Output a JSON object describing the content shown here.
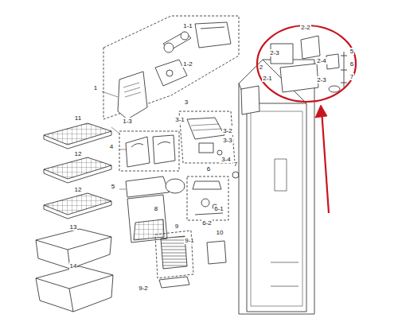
{
  "diagram": {
    "labels": [
      "1",
      "1-1",
      "1-2",
      "1-3",
      "11",
      "12",
      "12",
      "13",
      "14",
      "4",
      "5",
      "8",
      "3",
      "3-1",
      "3-2",
      "3-3",
      "3-4",
      "6",
      "6-1",
      "6-2",
      "7",
      "9",
      "9-1",
      "9-2",
      "10",
      "2-2",
      "2-3",
      "2-4",
      "2-1",
      "2",
      "5",
      "6",
      "7",
      "2-3"
    ]
  }
}
